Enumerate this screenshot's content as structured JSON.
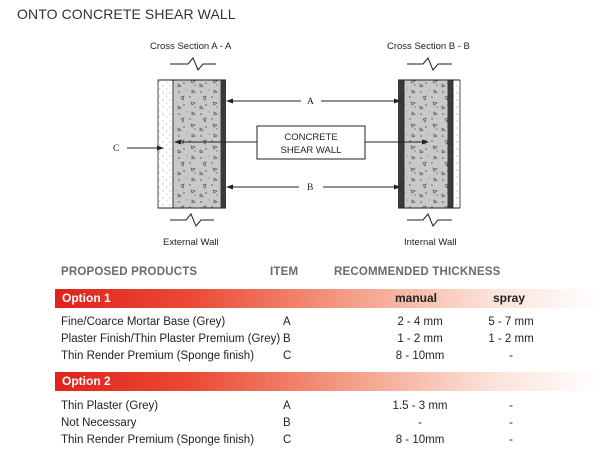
{
  "title": "ONTO CONCRETE SHEAR WALL",
  "diagram": {
    "section_a": "Cross Section A - A",
    "section_b": "Cross Section B - B",
    "label_a": "A",
    "label_b": "B",
    "label_c": "C",
    "box_line1": "CONCRETE",
    "box_line2": "SHEAR WALL",
    "external_wall": "External Wall",
    "internal_wall": "Internal Wall"
  },
  "table": {
    "headers": {
      "products": "PROPOSED PRODUCTS",
      "item": "ITEM",
      "thickness": "RECOMMENDED THICKNESS"
    },
    "options": [
      {
        "label": "Option 1",
        "manual": "manual",
        "spray": "spray",
        "rows": [
          {
            "product": "Fine/Coarce Mortar Base (Grey)",
            "item": "A",
            "manual": "2 - 4 mm",
            "spray": "5 - 7 mm"
          },
          {
            "product": "Plaster Finish/Thin Plaster Premium (Grey)",
            "item": "B",
            "manual": "1 - 2 mm",
            "spray": "1 - 2 mm"
          },
          {
            "product": "Thin Render Premium (Sponge finish)",
            "item": "C",
            "manual": "8 - 10mm",
            "spray": "-"
          }
        ]
      },
      {
        "label": "Option 2",
        "rows": [
          {
            "product": "Thin Plaster (Grey)",
            "item": "A",
            "manual": "1.5 - 3 mm",
            "spray": "-"
          },
          {
            "product": "Not Necessary",
            "item": "B",
            "manual": "-",
            "spray": "-"
          },
          {
            "product": "Thin Render Premium (Sponge finish)",
            "item": "C",
            "manual": "8 - 10mm",
            "spray": "-"
          }
        ]
      }
    ]
  },
  "colors": {
    "band_red": "#e0231c",
    "concrete_fill": "#c9c9c9",
    "dark_layer": "#3a3a3a"
  }
}
